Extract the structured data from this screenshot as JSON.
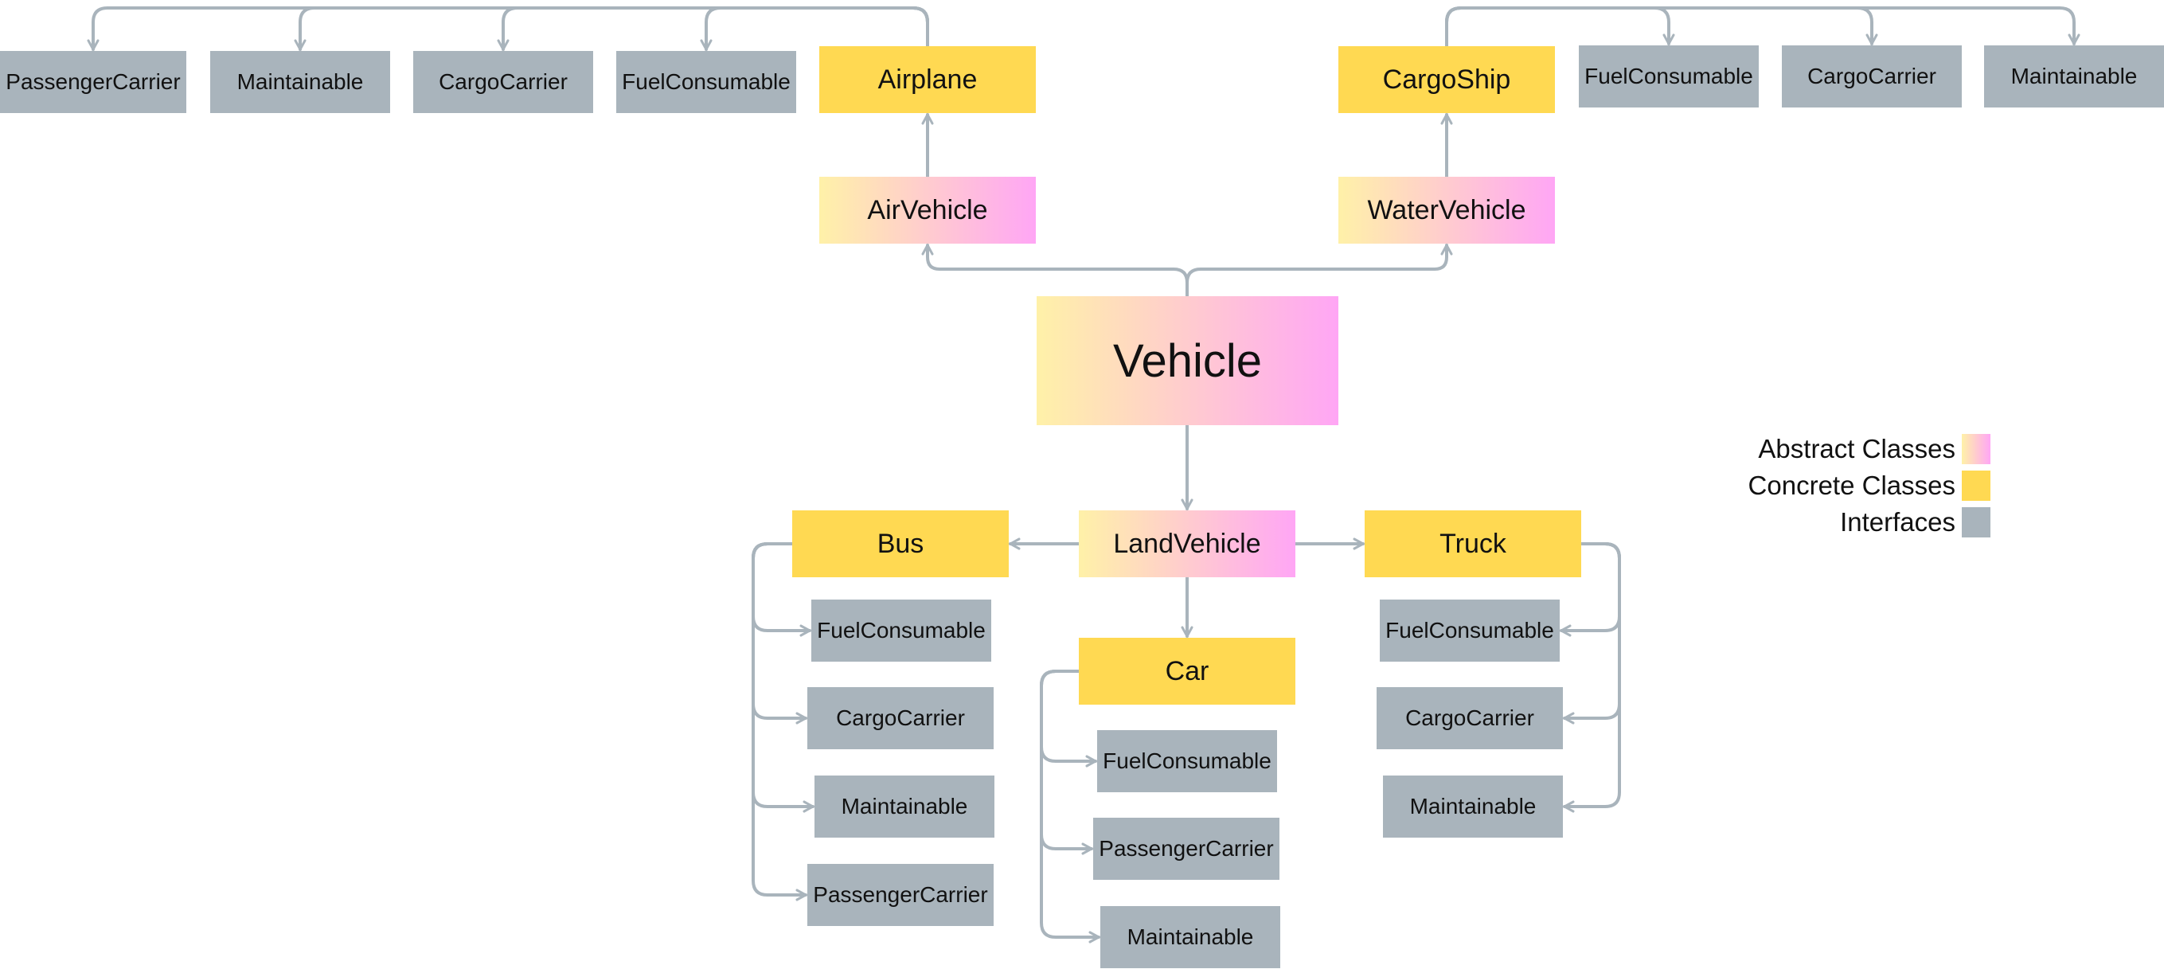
{
  "colors": {
    "concrete": "#FFD952",
    "interface": "#A9B4BC",
    "abstract_start": "#FFF1A8",
    "abstract_end": "#FFA6F5",
    "connector": "#A9B4BC"
  },
  "nodes": {
    "vehicle": {
      "label": "Vehicle",
      "kind": "abstract"
    },
    "air_vehicle": {
      "label": "AirVehicle",
      "kind": "abstract"
    },
    "water_vehicle": {
      "label": "WaterVehicle",
      "kind": "abstract"
    },
    "land_vehicle": {
      "label": "LandVehicle",
      "kind": "abstract"
    },
    "airplane": {
      "label": "Airplane",
      "kind": "concrete"
    },
    "cargo_ship": {
      "label": "CargoShip",
      "kind": "concrete"
    },
    "bus": {
      "label": "Bus",
      "kind": "concrete"
    },
    "truck": {
      "label": "Truck",
      "kind": "concrete"
    },
    "car": {
      "label": "Car",
      "kind": "concrete"
    },
    "airplane_passenger_carrier": {
      "label": "PassengerCarrier",
      "kind": "interface"
    },
    "airplane_maintainable": {
      "label": "Maintainable",
      "kind": "interface"
    },
    "airplane_cargo_carrier": {
      "label": "CargoCarrier",
      "kind": "interface"
    },
    "airplane_fuel_consumable": {
      "label": "FuelConsumable",
      "kind": "interface"
    },
    "ship_fuel_consumable": {
      "label": "FuelConsumable",
      "kind": "interface"
    },
    "ship_cargo_carrier": {
      "label": "CargoCarrier",
      "kind": "interface"
    },
    "ship_maintainable": {
      "label": "Maintainable",
      "kind": "interface"
    },
    "bus_fuel_consumable": {
      "label": "FuelConsumable",
      "kind": "interface"
    },
    "bus_cargo_carrier": {
      "label": "CargoCarrier",
      "kind": "interface"
    },
    "bus_maintainable": {
      "label": "Maintainable",
      "kind": "interface"
    },
    "bus_passenger_carrier": {
      "label": "PassengerCarrier",
      "kind": "interface"
    },
    "car_fuel_consumable": {
      "label": "FuelConsumable",
      "kind": "interface"
    },
    "car_passenger_carrier": {
      "label": "PassengerCarrier",
      "kind": "interface"
    },
    "car_maintainable": {
      "label": "Maintainable",
      "kind": "interface"
    },
    "truck_fuel_consumable": {
      "label": "FuelConsumable",
      "kind": "interface"
    },
    "truck_cargo_carrier": {
      "label": "CargoCarrier",
      "kind": "interface"
    },
    "truck_maintainable": {
      "label": "Maintainable",
      "kind": "interface"
    }
  },
  "edges": [
    {
      "from": "vehicle",
      "to": "air_vehicle"
    },
    {
      "from": "vehicle",
      "to": "water_vehicle"
    },
    {
      "from": "vehicle",
      "to": "land_vehicle"
    },
    {
      "from": "air_vehicle",
      "to": "airplane"
    },
    {
      "from": "water_vehicle",
      "to": "cargo_ship"
    },
    {
      "from": "land_vehicle",
      "to": "bus"
    },
    {
      "from": "land_vehicle",
      "to": "truck"
    },
    {
      "from": "land_vehicle",
      "to": "car"
    },
    {
      "from": "airplane",
      "to": "airplane_passenger_carrier"
    },
    {
      "from": "airplane",
      "to": "airplane_maintainable"
    },
    {
      "from": "airplane",
      "to": "airplane_cargo_carrier"
    },
    {
      "from": "airplane",
      "to": "airplane_fuel_consumable"
    },
    {
      "from": "cargo_ship",
      "to": "ship_fuel_consumable"
    },
    {
      "from": "cargo_ship",
      "to": "ship_cargo_carrier"
    },
    {
      "from": "cargo_ship",
      "to": "ship_maintainable"
    },
    {
      "from": "bus",
      "to": "bus_fuel_consumable"
    },
    {
      "from": "bus",
      "to": "bus_cargo_carrier"
    },
    {
      "from": "bus",
      "to": "bus_maintainable"
    },
    {
      "from": "bus",
      "to": "bus_passenger_carrier"
    },
    {
      "from": "car",
      "to": "car_fuel_consumable"
    },
    {
      "from": "car",
      "to": "car_passenger_carrier"
    },
    {
      "from": "car",
      "to": "car_maintainable"
    },
    {
      "from": "truck",
      "to": "truck_fuel_consumable"
    },
    {
      "from": "truck",
      "to": "truck_cargo_carrier"
    },
    {
      "from": "truck",
      "to": "truck_maintainable"
    }
  ],
  "legend": [
    {
      "label": "Abstract Classes",
      "kind": "abstract"
    },
    {
      "label": "Concrete Classes",
      "kind": "concrete"
    },
    {
      "label": "Interfaces",
      "kind": "interface"
    }
  ]
}
